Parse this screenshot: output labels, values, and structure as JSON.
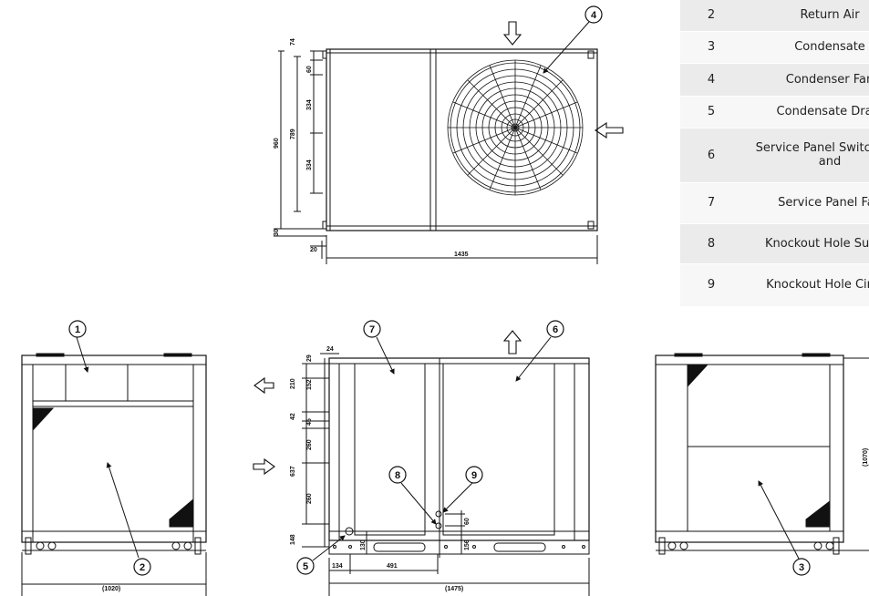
{
  "legend": {
    "rows": [
      {
        "num": "2",
        "text": "Return Air"
      },
      {
        "num": "3",
        "text": "Condensate"
      },
      {
        "num": "4",
        "text": "Condenser Fan"
      },
      {
        "num": "5",
        "text": "Condensate Drain"
      },
      {
        "num": "6",
        "text": "Service Panel Switch Box and"
      },
      {
        "num": "7",
        "text": "Service Panel Fan"
      },
      {
        "num": "8",
        "text": "Knockout Hole Supply"
      },
      {
        "num": "9",
        "text": "Knockout Hole Circuit"
      }
    ]
  },
  "callouts": {
    "c1": "1",
    "c2": "2",
    "c3": "3",
    "c4": "4",
    "c5": "5",
    "c6": "6",
    "c7": "7",
    "c8": "8",
    "c9": "9"
  },
  "dims": {
    "top_74": "74",
    "top_60": "60",
    "top_334a": "334",
    "top_334b": "334",
    "top_789": "789",
    "top_960": "960",
    "top_30": "30",
    "top_20": "20",
    "top_1435": "1435",
    "side_24": "24",
    "side_29": "29",
    "side_210": "210",
    "side_152": "152",
    "side_42": "42",
    "side_45": "45",
    "side_260a": "260",
    "side_260b": "260",
    "side_637": "637",
    "side_148": "148",
    "side_130": "130",
    "side_134": "134",
    "side_491": "491",
    "side_60": "60",
    "side_156": "156",
    "side_1475": "(1475)",
    "front_1020": "(1020)",
    "rear_1070": "(1070)"
  }
}
